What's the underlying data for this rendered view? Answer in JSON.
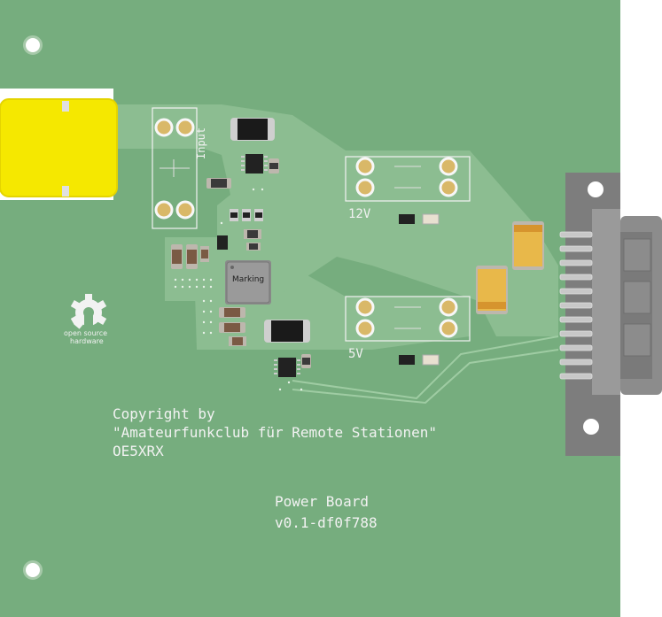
{
  "board": {
    "copyright_line1": "Copyright by",
    "copyright_line2": "\"Amateurfunkclub für Remote Stationen\"",
    "copyright_line3": "OE5XRX",
    "title": "Power Board",
    "version": "v0.1-df0f788",
    "label_input": "Input",
    "label_12v": "12V",
    "label_5v": "5V",
    "ic_marking": "Marking",
    "osh_line1": "open source",
    "osh_line2": "hardware"
  },
  "colors": {
    "pcb": "#76ad7e",
    "copper_pour": "#92c497",
    "silkscreen": "#f2f2f2",
    "pad_gold": "#d9b868",
    "connector_yellow": "#f5e800",
    "tantalum_cap": "#e8b84a",
    "header_grey": "#8c8c8c"
  },
  "icons": {
    "osh_logo": "open-source-hardware-gear-icon"
  }
}
